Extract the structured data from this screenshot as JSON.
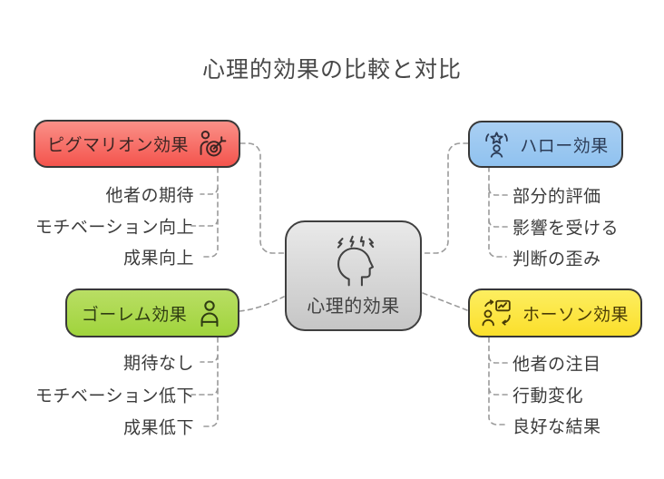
{
  "title": "心理的効果の比較と対比",
  "connector_color": "#9b9b9b",
  "center": {
    "label": "心理的効果",
    "icon": "stressed-head-icon",
    "bg_top": "#e9e9e9",
    "bg_bottom": "#c6c6c6",
    "text_color": "#414141"
  },
  "nodes": [
    {
      "id": "pygmalion",
      "label": "ピグマリオン効果",
      "icon": "person-target-icon",
      "bg_top": "#fa9088",
      "bg_bottom": "#f4544d",
      "text_color": "#3d2523",
      "items": [
        "他者の期待",
        "モチベーション向上",
        "成果向上"
      ]
    },
    {
      "id": "halo",
      "label": "ハロー効果",
      "icon": "person-star-icon",
      "bg_top": "#a9cff3",
      "bg_bottom": "#90c2ef",
      "text_color": "#2c3c57",
      "items": [
        "部分的評価",
        "影響を受ける",
        "判断の歪み"
      ]
    },
    {
      "id": "golem",
      "label": "ゴーレム効果",
      "icon": "person-icon",
      "bg_top": "#b9de64",
      "bg_bottom": "#a0d43c",
      "text_color": "#2f3d12",
      "items": [
        "期待なし",
        "モチベーション低下",
        "成果低下"
      ]
    },
    {
      "id": "hawthorne",
      "label": "ホーソン効果",
      "icon": "person-monitor-icon",
      "bg_top": "#fdee60",
      "bg_bottom": "#fbdf2b",
      "text_color": "#4a3c06",
      "items": [
        "他者の注目",
        "行動変化",
        "良好な結果"
      ]
    }
  ]
}
